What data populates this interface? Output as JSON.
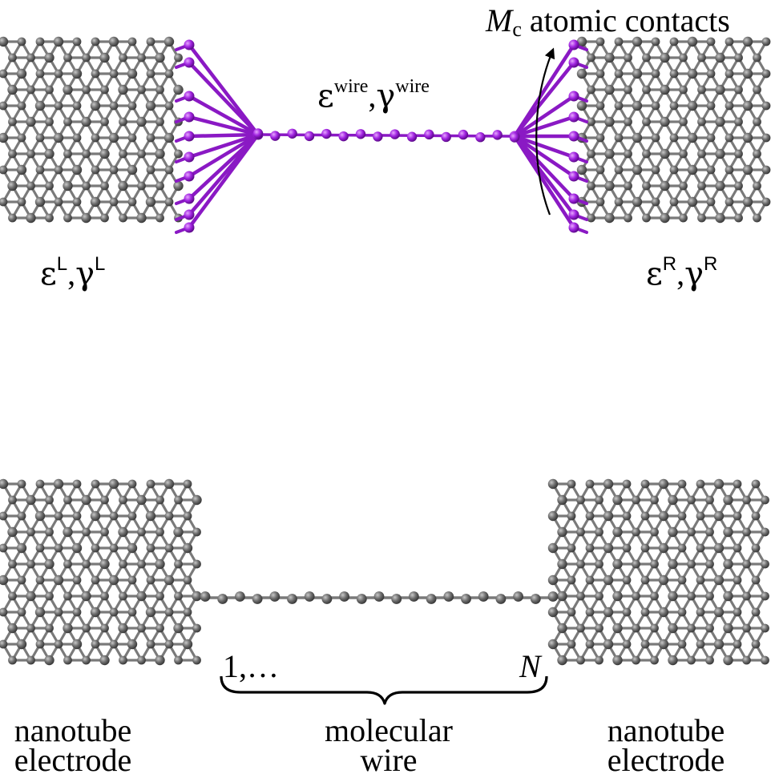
{
  "top_panel": {
    "label_left_eps": "ε",
    "label_left_gamma": "γ",
    "label_left_sup": "L",
    "label_right_eps": "ε",
    "label_right_gamma": "γ",
    "label_right_sup": "R",
    "label_wire_eps": "ε",
    "label_wire_gamma": "γ",
    "label_wire_sup": "wire",
    "contacts_symbol": "M",
    "contacts_sub": "c",
    "contacts_text": "atomic contacts",
    "comma": ","
  },
  "bottom_panel": {
    "wire_start_label": "1,…",
    "wire_end_label": "N",
    "left_electrode_line1": "nanotube",
    "left_electrode_line2": "electrode",
    "wire_line1": "molecular",
    "wire_line2": "wire",
    "right_electrode_line1": "nanotube",
    "right_electrode_line2": "electrode"
  },
  "colors": {
    "carbon": "#6b6b6b",
    "carbon_bond": "#7a7a7a",
    "contact_atom": "#9a1fd6",
    "contact_bond": "#8a19c4"
  }
}
